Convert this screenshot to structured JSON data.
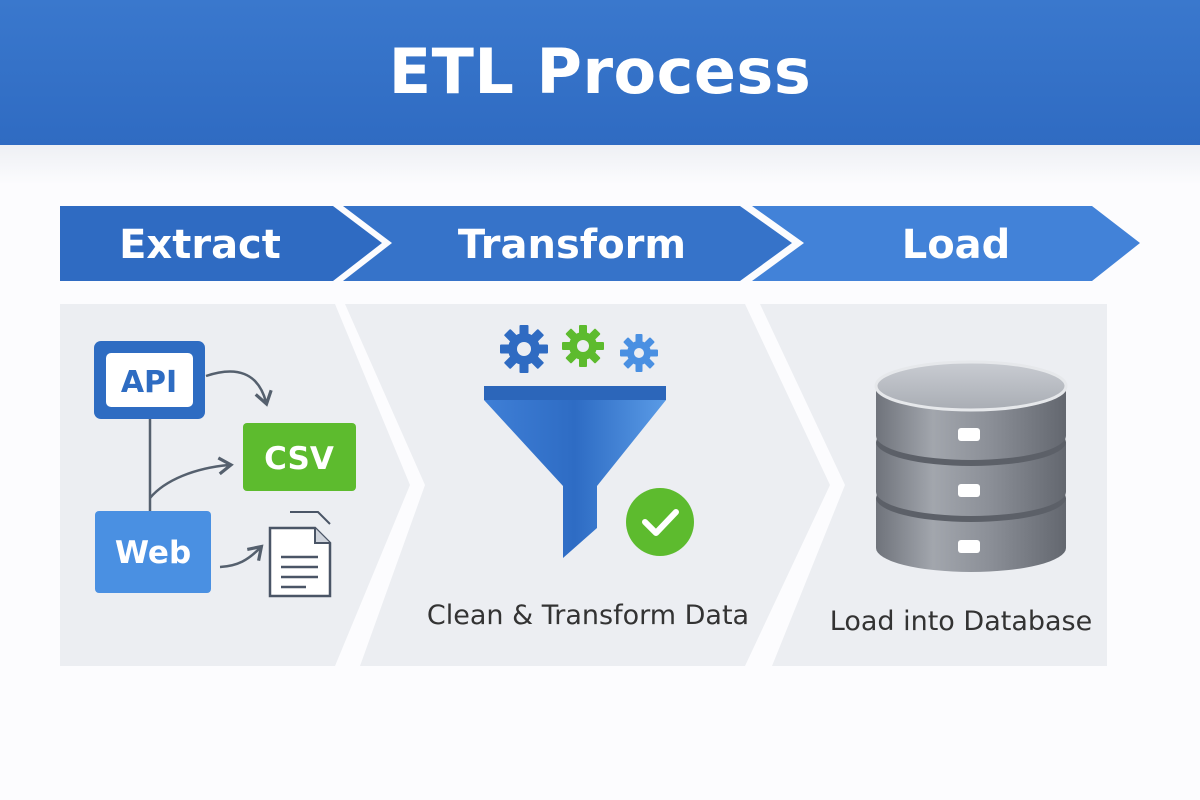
{
  "title": "ETL Process",
  "stages": [
    {
      "label": "Extract"
    },
    {
      "label": "Transform",
      "caption": "Clean & Transform Data"
    },
    {
      "label": "Load",
      "caption": "Load into Database"
    }
  ],
  "sources": {
    "api": "API",
    "csv": "CSV",
    "web": "Web"
  },
  "icons": {
    "sources": [
      "document-icon",
      "arrow-icon"
    ],
    "transform": [
      "gear-icon",
      "funnel-icon",
      "check-circle-icon"
    ],
    "load": [
      "database-icon"
    ]
  },
  "colors": {
    "primary_blue": "#2f6bc2",
    "light_blue": "#4a90e2",
    "green": "#5dbb2e",
    "panel_bg": "#eceef2",
    "database_gray": "#8a8e96"
  }
}
